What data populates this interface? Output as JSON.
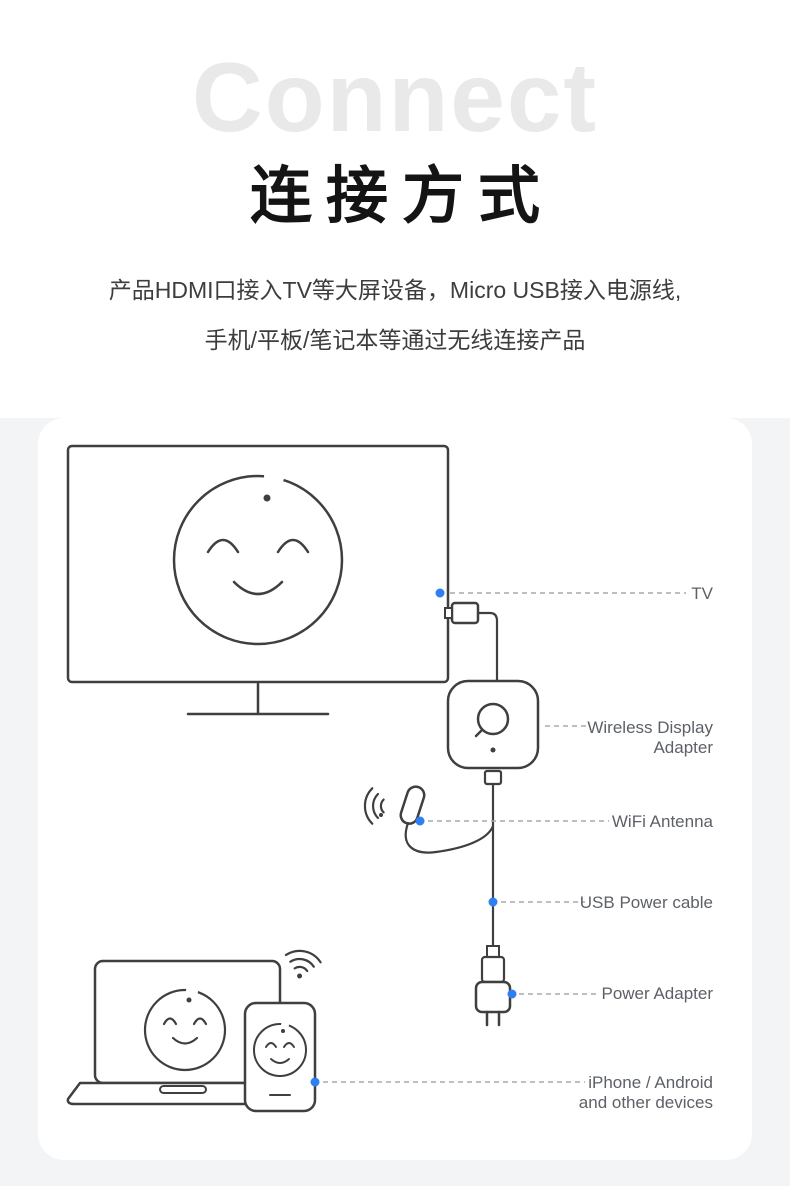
{
  "header": {
    "watermark": "Connect",
    "title": "连接方式",
    "description_line1": "产品HDMI口接入TV等大屏设备，Micro USB接入电源线,",
    "description_line2": "手机/平板/笔记本等通过无线连接产品"
  },
  "diagram": {
    "labels": {
      "tv": "TV",
      "adapter_line1": "Wireless Display",
      "adapter_line2": "Adapter",
      "wifi_antenna": "WiFi Antenna",
      "usb_cable": "USB Power cable",
      "power_adapter": "Power Adapter",
      "devices_line1": "iPhone / Android",
      "devices_line2": "and other devices"
    },
    "colors": {
      "accent_blue": "#2f7ff2",
      "line_dark": "#3f3f3f",
      "label_gray": "#5d6167",
      "dash_gray": "#a8a8a8",
      "card_background": "#ffffff",
      "section_background": "#f3f4f5",
      "watermark_gray": "#e9e9e9"
    }
  }
}
